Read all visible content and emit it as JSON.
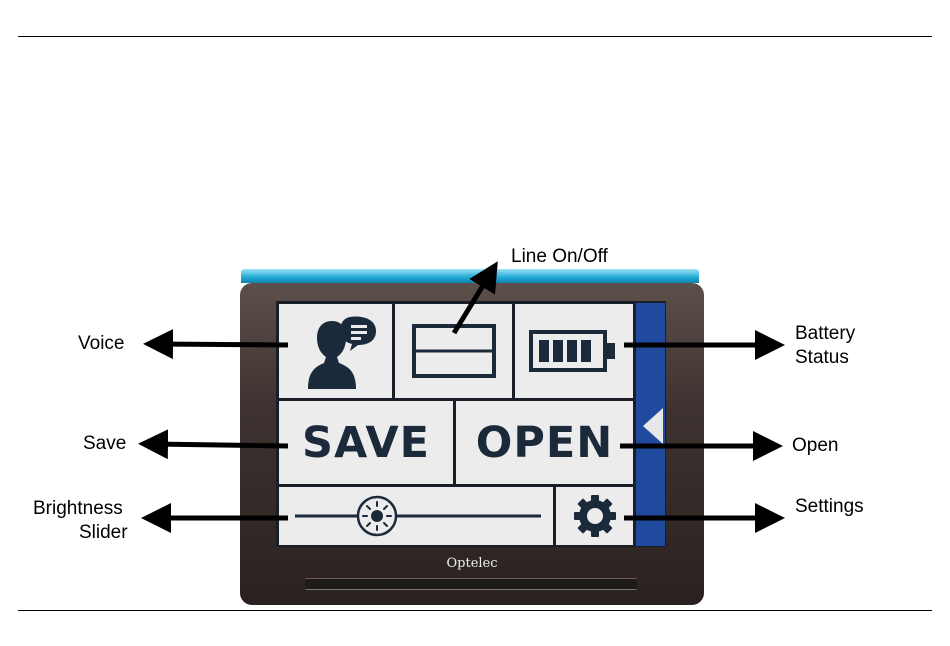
{
  "callouts": {
    "line_toggle": "Line On/Off",
    "voice": "Voice",
    "battery_line1": "Battery",
    "battery_line2": "Status",
    "save": "Save",
    "open": "Open",
    "brightness_line1": "Brightness",
    "brightness_line2": "Slider",
    "settings": "Settings"
  },
  "screen": {
    "save_label": "SAVE",
    "open_label": "OPEN"
  },
  "device": {
    "brand": "Optelec"
  },
  "icons": [
    "voice-icon",
    "line-toggle-icon",
    "battery-icon",
    "brightness-icon",
    "settings-gear-icon",
    "side-panel-arrow-icon"
  ],
  "colors": {
    "accent_top_bar": "#1fa9d6",
    "side_panel": "#1f4a9d",
    "tile_background": "#ececec",
    "icon_text": "#1b2a3b"
  }
}
